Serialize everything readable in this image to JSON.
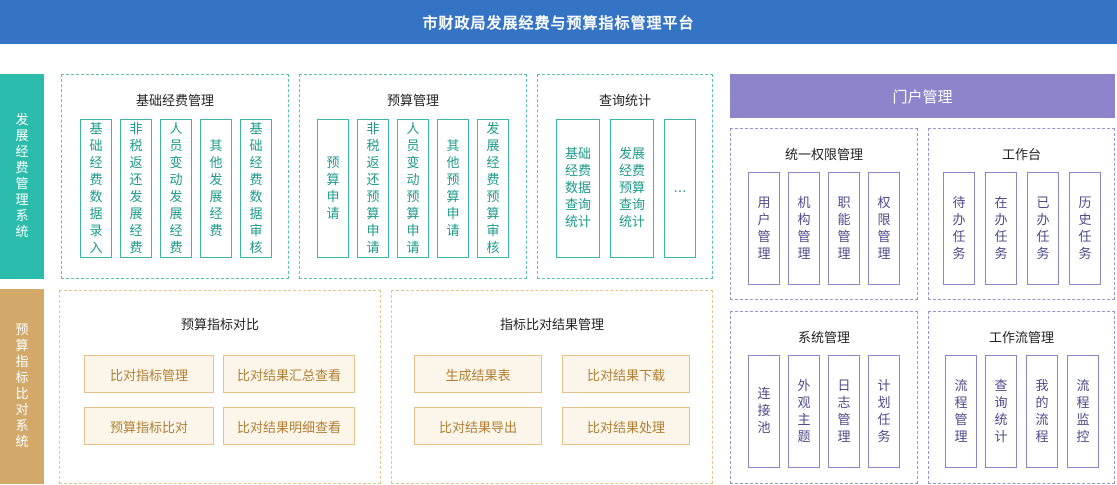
{
  "title": "市财政局发展经费与预算指标管理平台",
  "left_labels": {
    "dev": "发展经费管理系统",
    "budget": "预算指标比对系统"
  },
  "basic": {
    "title": "基础经费管理",
    "items": [
      "基础经费数据录入",
      "非税返还发展经费",
      "人员变动发展经费",
      "其他发展经费",
      "基础经费数据审核"
    ]
  },
  "budget_mgmt": {
    "title": "预算管理",
    "items": [
      "预算申请",
      "非税返还预算申请",
      "人员变动预算申请",
      "其他预算申请",
      "发展经费预算审核"
    ]
  },
  "query": {
    "title": "查询统计",
    "items": [
      "基础经费数据查询统计",
      "发展经费预算查询统计",
      "…"
    ]
  },
  "compare": {
    "title": "预算指标对比",
    "items": [
      "比对指标管理",
      "比对结果汇总查看",
      "预算指标比对",
      "比对结果明细查看"
    ]
  },
  "result": {
    "title": "指标比对结果管理",
    "items": [
      "生成结果表",
      "比对结果下载",
      "比对结果导出",
      "比对结果处理"
    ]
  },
  "portal": {
    "title": "门户管理",
    "auth": {
      "title": "统一权限管理",
      "items": [
        "用户管理",
        "机构管理",
        "职能管理",
        "权限管理"
      ]
    },
    "workbench": {
      "title": "工作台",
      "items": [
        "待办任务",
        "在办任务",
        "已办任务",
        "历史任务"
      ]
    },
    "system": {
      "title": "系统管理",
      "items": [
        "连接池",
        "外观主题",
        "日志管理",
        "计划任务"
      ]
    },
    "workflow": {
      "title": "工作流管理",
      "items": [
        "流程管理",
        "查询统计",
        "我的流程",
        "流程监控"
      ]
    }
  },
  "colors": {
    "header": "#3574c5",
    "teal": "#2cbcab",
    "tan": "#d3a96a",
    "purple": "#8d84cc"
  }
}
